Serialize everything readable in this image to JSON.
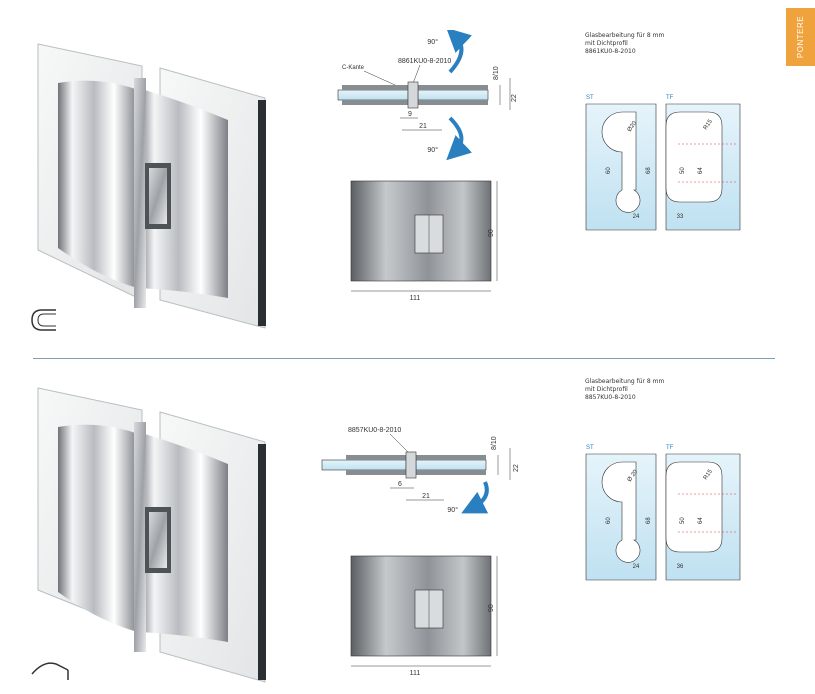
{
  "tab": {
    "label": "PONTERE"
  },
  "sections": [
    {
      "caption": [
        "Glasbearbeitung für 8 mm",
        "mit Dichtprofil",
        "8861KU0-8-2010"
      ],
      "part_no": "8861KU0-8-2010",
      "c_kante": "C-Kante",
      "angle_top": "90°",
      "angle_bottom": "90°",
      "dim_8_10": "8/10",
      "dim_22": "22",
      "dim_9": "9",
      "dim_21": "21",
      "dim_90": "90",
      "dim_111": "111",
      "st": {
        "label": "ST",
        "dia": "Ø20",
        "d60": "60",
        "d68": "68",
        "d24": "24"
      },
      "tf": {
        "label": "TF",
        "radius": "R15",
        "d50": "50",
        "d64": "64",
        "d33": "33"
      }
    },
    {
      "caption": [
        "Glasbearbeitung für 8 mm",
        "mit Dichtprofil",
        "8857KU0-8-2010"
      ],
      "part_no": "8857KU0-8-2010",
      "angle_bottom": "90°",
      "dim_8_10": "8/10",
      "dim_22": "22",
      "dim_6": "6",
      "dim_21": "21",
      "dim_90": "90",
      "dim_111": "111",
      "st": {
        "label": "ST",
        "dia": "Ø 20",
        "d60": "60",
        "d68": "68",
        "d24": "24"
      },
      "tf": {
        "label": "TF",
        "radius": "R15",
        "d50": "50",
        "d64": "64",
        "d36": "36"
      }
    }
  ],
  "colors": {
    "accent_tab": "#f0a23c",
    "glass_blue": "#cfe9f5",
    "arrow_blue": "#2a7fc1",
    "divider": "#7d9fb3",
    "red_dash": "#d23b3b"
  }
}
